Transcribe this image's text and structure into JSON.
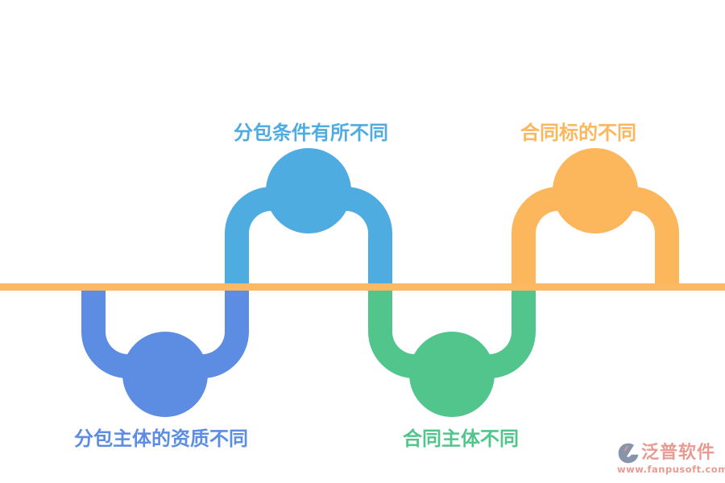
{
  "diagram": {
    "axis_color": "#FCB862",
    "items": [
      {
        "id": "top-1",
        "label": "分包条件有所不同",
        "color": "#4FACE1",
        "position": "above-line"
      },
      {
        "id": "top-2",
        "label": "合同标的不同",
        "color": "#FCB65C",
        "position": "above-line"
      },
      {
        "id": "bottom-1",
        "label": "分包主体的资质不同",
        "color": "#5C8DE2",
        "position": "below-line"
      },
      {
        "id": "bottom-2",
        "label": "合同主体不同",
        "color": "#51C58B",
        "position": "below-line"
      }
    ]
  },
  "watermark": {
    "logo_icon": "fanpu-logo-icon",
    "brand": "泛普软件",
    "url": "www.fanpusoft.com",
    "text_color": "#E89B93",
    "logo_primary": "#8795AB",
    "logo_accent": "#E89B93"
  }
}
